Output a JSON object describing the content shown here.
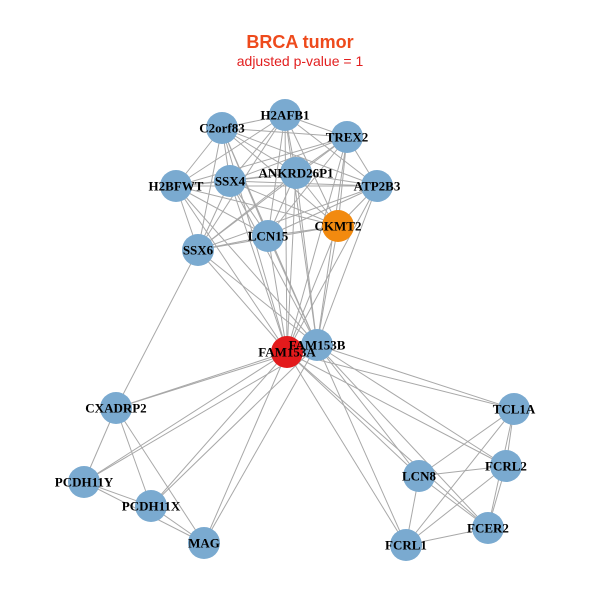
{
  "header": {
    "title": "BRCA tumor",
    "subtitle": "adjusted p-value = 1",
    "title_color": "#ee4a1c",
    "subtitle_color": "#e21f1f"
  },
  "colors": {
    "default_node": "#7aaad0",
    "highlight_target": "#e31a1c",
    "highlight_secondary": "#f28a0f",
    "edge": "#a8a8a8"
  },
  "network": {
    "nodes": [
      {
        "id": "H2AFB1",
        "label": "H2AFB1",
        "color": "#7aaad0"
      },
      {
        "id": "C2orf83",
        "label": "C2orf83",
        "color": "#7aaad0"
      },
      {
        "id": "TREX2",
        "label": "TREX2",
        "color": "#7aaad0"
      },
      {
        "id": "ANKRD26P1",
        "label": "ANKRD26P1",
        "color": "#7aaad0"
      },
      {
        "id": "SSX4",
        "label": "SSX4",
        "color": "#7aaad0"
      },
      {
        "id": "H2BFWT",
        "label": "H2BFWT",
        "color": "#7aaad0"
      },
      {
        "id": "ATP2B3",
        "label": "ATP2B3",
        "color": "#7aaad0"
      },
      {
        "id": "CKMT2",
        "label": "CKMT2",
        "color": "#f28a0f"
      },
      {
        "id": "LCN15",
        "label": "LCN15",
        "color": "#7aaad0"
      },
      {
        "id": "SSX6",
        "label": "SSX6",
        "color": "#7aaad0"
      },
      {
        "id": "FAM153B",
        "label": "FAM153B",
        "color": "#7aaad0"
      },
      {
        "id": "FAM153A",
        "label": "FAM153A",
        "color": "#e31a1c"
      },
      {
        "id": "CXADRP2",
        "label": "CXADRP2",
        "color": "#7aaad0"
      },
      {
        "id": "PCDH11Y",
        "label": "PCDH11Y",
        "color": "#7aaad0"
      },
      {
        "id": "PCDH11X",
        "label": "PCDH11X",
        "color": "#7aaad0"
      },
      {
        "id": "MAG",
        "label": "MAG",
        "color": "#7aaad0"
      },
      {
        "id": "TCL1A",
        "label": "TCL1A",
        "color": "#7aaad0"
      },
      {
        "id": "FCRL2",
        "label": "FCRL2",
        "color": "#7aaad0"
      },
      {
        "id": "LCN8",
        "label": "LCN8",
        "color": "#7aaad0"
      },
      {
        "id": "FCER2",
        "label": "FCER2",
        "color": "#7aaad0"
      },
      {
        "id": "FCRL1",
        "label": "FCRL1",
        "color": "#7aaad0"
      }
    ],
    "edges": [
      [
        "H2AFB1",
        "C2orf83"
      ],
      [
        "H2AFB1",
        "TREX2"
      ],
      [
        "H2AFB1",
        "ANKRD26P1"
      ],
      [
        "H2AFB1",
        "SSX4"
      ],
      [
        "H2AFB1",
        "H2BFWT"
      ],
      [
        "H2AFB1",
        "ATP2B3"
      ],
      [
        "H2AFB1",
        "CKMT2"
      ],
      [
        "H2AFB1",
        "LCN15"
      ],
      [
        "H2AFB1",
        "SSX6"
      ],
      [
        "H2AFB1",
        "FAM153B"
      ],
      [
        "H2AFB1",
        "FAM153A"
      ],
      [
        "C2orf83",
        "TREX2"
      ],
      [
        "C2orf83",
        "ANKRD26P1"
      ],
      [
        "C2orf83",
        "SSX4"
      ],
      [
        "C2orf83",
        "H2BFWT"
      ],
      [
        "C2orf83",
        "ATP2B3"
      ],
      [
        "C2orf83",
        "CKMT2"
      ],
      [
        "C2orf83",
        "LCN15"
      ],
      [
        "C2orf83",
        "SSX6"
      ],
      [
        "C2orf83",
        "FAM153B"
      ],
      [
        "C2orf83",
        "FAM153A"
      ],
      [
        "TREX2",
        "ANKRD26P1"
      ],
      [
        "TREX2",
        "SSX4"
      ],
      [
        "TREX2",
        "H2BFWT"
      ],
      [
        "TREX2",
        "ATP2B3"
      ],
      [
        "TREX2",
        "CKMT2"
      ],
      [
        "TREX2",
        "LCN15"
      ],
      [
        "TREX2",
        "SSX6"
      ],
      [
        "TREX2",
        "FAM153B"
      ],
      [
        "TREX2",
        "FAM153A"
      ],
      [
        "ANKRD26P1",
        "SSX4"
      ],
      [
        "ANKRD26P1",
        "H2BFWT"
      ],
      [
        "ANKRD26P1",
        "ATP2B3"
      ],
      [
        "ANKRD26P1",
        "CKMT2"
      ],
      [
        "ANKRD26P1",
        "LCN15"
      ],
      [
        "ANKRD26P1",
        "SSX6"
      ],
      [
        "ANKRD26P1",
        "FAM153B"
      ],
      [
        "ANKRD26P1",
        "FAM153A"
      ],
      [
        "SSX4",
        "H2BFWT"
      ],
      [
        "SSX4",
        "ATP2B3"
      ],
      [
        "SSX4",
        "CKMT2"
      ],
      [
        "SSX4",
        "LCN15"
      ],
      [
        "SSX4",
        "SSX6"
      ],
      [
        "SSX4",
        "FAM153B"
      ],
      [
        "SSX4",
        "FAM153A"
      ],
      [
        "H2BFWT",
        "ATP2B3"
      ],
      [
        "H2BFWT",
        "CKMT2"
      ],
      [
        "H2BFWT",
        "LCN15"
      ],
      [
        "H2BFWT",
        "SSX6"
      ],
      [
        "H2BFWT",
        "FAM153B"
      ],
      [
        "H2BFWT",
        "FAM153A"
      ],
      [
        "ATP2B3",
        "CKMT2"
      ],
      [
        "ATP2B3",
        "LCN15"
      ],
      [
        "ATP2B3",
        "SSX6"
      ],
      [
        "ATP2B3",
        "FAM153B"
      ],
      [
        "ATP2B3",
        "FAM153A"
      ],
      [
        "CKMT2",
        "LCN15"
      ],
      [
        "CKMT2",
        "SSX6"
      ],
      [
        "CKMT2",
        "FAM153B"
      ],
      [
        "CKMT2",
        "FAM153A"
      ],
      [
        "LCN15",
        "SSX6"
      ],
      [
        "LCN15",
        "FAM153B"
      ],
      [
        "LCN15",
        "FAM153A"
      ],
      [
        "SSX6",
        "FAM153B"
      ],
      [
        "SSX6",
        "FAM153A"
      ],
      [
        "SSX6",
        "CXADRP2"
      ],
      [
        "FAM153B",
        "FAM153A"
      ],
      [
        "FAM153A",
        "CXADRP2"
      ],
      [
        "FAM153A",
        "PCDH11Y"
      ],
      [
        "FAM153A",
        "PCDH11X"
      ],
      [
        "FAM153A",
        "MAG"
      ],
      [
        "FAM153A",
        "TCL1A"
      ],
      [
        "FAM153A",
        "FCRL2"
      ],
      [
        "FAM153A",
        "LCN8"
      ],
      [
        "FAM153A",
        "FCER2"
      ],
      [
        "FAM153A",
        "FCRL1"
      ],
      [
        "FAM153B",
        "CXADRP2"
      ],
      [
        "FAM153B",
        "PCDH11Y"
      ],
      [
        "FAM153B",
        "PCDH11X"
      ],
      [
        "FAM153B",
        "MAG"
      ],
      [
        "FAM153B",
        "TCL1A"
      ],
      [
        "FAM153B",
        "FCRL2"
      ],
      [
        "FAM153B",
        "LCN8"
      ],
      [
        "FAM153B",
        "FCER2"
      ],
      [
        "FAM153B",
        "FCRL1"
      ],
      [
        "CXADRP2",
        "PCDH11Y"
      ],
      [
        "CXADRP2",
        "PCDH11X"
      ],
      [
        "CXADRP2",
        "MAG"
      ],
      [
        "PCDH11Y",
        "PCDH11X"
      ],
      [
        "PCDH11Y",
        "MAG"
      ],
      [
        "PCDH11X",
        "MAG"
      ],
      [
        "TCL1A",
        "FCRL2"
      ],
      [
        "TCL1A",
        "LCN8"
      ],
      [
        "TCL1A",
        "FCER2"
      ],
      [
        "TCL1A",
        "FCRL1"
      ],
      [
        "FCRL2",
        "LCN8"
      ],
      [
        "FCRL2",
        "FCER2"
      ],
      [
        "FCRL2",
        "FCRL1"
      ],
      [
        "LCN8",
        "FCER2"
      ],
      [
        "LCN8",
        "FCRL1"
      ],
      [
        "FCER2",
        "FCRL1"
      ]
    ]
  }
}
